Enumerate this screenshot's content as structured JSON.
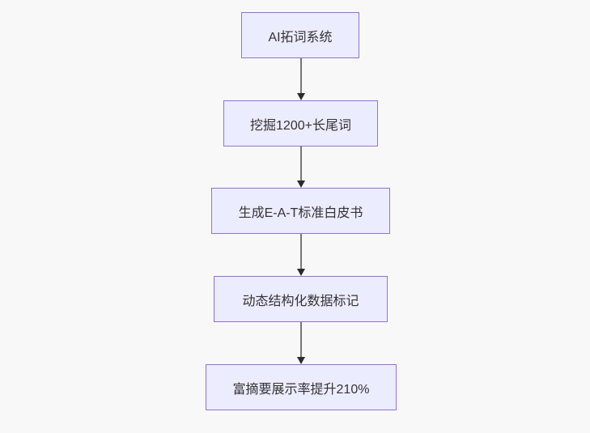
{
  "flowchart": {
    "type": "flowchart",
    "direction": "top-down",
    "nodes": [
      {
        "label": "AI拓词系统"
      },
      {
        "label": "挖掘1200+长尾词"
      },
      {
        "label": "生成E-A-T标准白皮书"
      },
      {
        "label": "动态结构化数据标记"
      },
      {
        "label": "富摘要展示率提升210%"
      }
    ],
    "edges": [
      {
        "from": "AI拓词系统",
        "to": "挖掘1200+长尾词"
      },
      {
        "from": "挖掘1200+长尾词",
        "to": "生成E-A-T标准白皮书"
      },
      {
        "from": "生成E-A-T标准白皮书",
        "to": "动态结构化数据标记"
      },
      {
        "from": "动态结构化数据标记",
        "to": "富摘要展示率提升210%"
      }
    ],
    "colors": {
      "bg": "#f8f8f8",
      "node_fill": "#ECECFF",
      "node_border": "#9370DB",
      "text_color": "#333333",
      "edge_line": "#777777",
      "edge_head": "#2b2b2b"
    }
  }
}
